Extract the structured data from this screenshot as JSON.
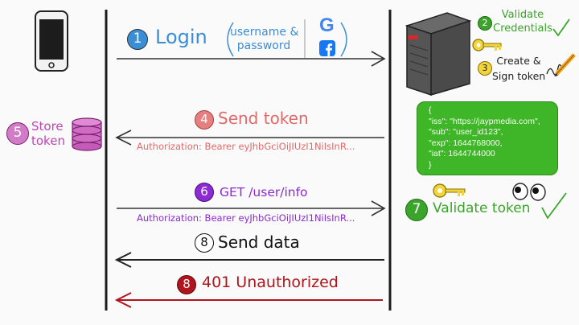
{
  "steps": {
    "s1": {
      "num": "1",
      "label": "Login",
      "detail_line1": "username &",
      "detail_line2": "password"
    },
    "s2": {
      "num": "2",
      "label_line1": "Validate",
      "label_line2": "Credentials"
    },
    "s3": {
      "num": "3",
      "label_line1": "Create &",
      "label_line2": "Sign token"
    },
    "s4": {
      "num": "4",
      "label": "Send token",
      "header": "Authorization: Bearer eyJhbGciOiJIUzI1NiIsInR..."
    },
    "s5": {
      "num": "5",
      "label_line1": "Store",
      "label_line2": "token"
    },
    "s6": {
      "num": "6",
      "label": "GET /user/info",
      "header": "Authorization: Bearer eyJhbGciOiJIUzI1NiIsInR..."
    },
    "s7": {
      "num": "7",
      "label": "Validate token"
    },
    "s8": {
      "num": "8",
      "label": "Send data"
    },
    "s8b": {
      "num": "8",
      "label": "401 Unauthorized"
    }
  },
  "oauth": {
    "google": "G"
  },
  "jwt_payload": {
    "open": "{",
    "line1": "\"iss\": \"https://jaypmedia.com\",",
    "line2": "\"sub\": \"user_id123\",",
    "line3": "\"exp\": 1644768000,",
    "line4": "\"iat\": 1644744000",
    "close": "}"
  },
  "colors": {
    "login": "#3a8ed6",
    "validate": "#3aa52a",
    "sign": "#222222",
    "send_token": "#e06a6a",
    "store": "#c045b4",
    "get": "#8b2bd1",
    "send_data": "#111111",
    "unauthorized": "#b0141c",
    "json_bg": "#3fb528"
  },
  "icons": [
    "phone-icon",
    "server-icon",
    "key-icon",
    "pen-icon",
    "database-icon",
    "google-icon",
    "facebook-icon",
    "eyes-icon",
    "check-icon"
  ]
}
